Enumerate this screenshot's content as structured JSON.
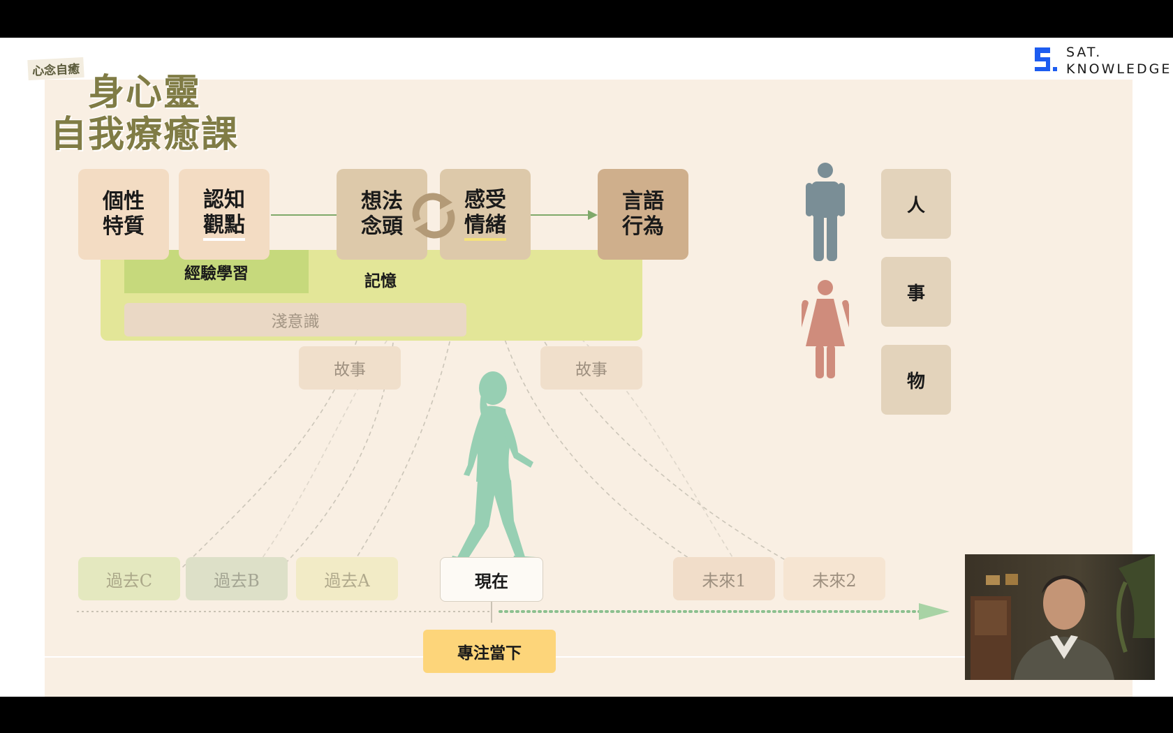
{
  "course": {
    "badge": "心念自癒",
    "title_line1": "身心靈",
    "title_line2": "自我療癒課"
  },
  "brand": {
    "line1": "SAT.",
    "line2": "KNOWLEDGE",
    "accent_color": "#1d5cf0"
  },
  "flow": {
    "personality": [
      "個性",
      "特質"
    ],
    "cognition": [
      "認知",
      "觀點"
    ],
    "thought": [
      "想法",
      "念頭"
    ],
    "feeling": [
      "感受",
      "情緒"
    ],
    "behavior": [
      "言語",
      "行為"
    ],
    "experience": "經驗學習",
    "memory": "記憶",
    "subconscious": "淺意識",
    "cycle_icon": "refresh-cycle-icon"
  },
  "stories": {
    "left": "故事",
    "right": "故事"
  },
  "timeline": {
    "past_c": "過去C",
    "past_b": "過去B",
    "past_a": "過去A",
    "present": "現在",
    "future_1": "未來1",
    "future_2": "未來2",
    "focus": "專注當下"
  },
  "side_labels": {
    "people": "人",
    "events": "事",
    "things": "物"
  },
  "icons": {
    "man": "man-icon",
    "woman": "woman-icon",
    "walker": "walking-woman-icon",
    "arrow": "arrow-right-icon"
  },
  "colors": {
    "panel_bg": "#f9efe3",
    "personality_box": "#f3dcc3",
    "thought_box": "#ddc9aa",
    "behavior_box": "#cfaf8c",
    "memory_band": "#e3e698",
    "experience_band": "#c6d97c",
    "subconscious_band": "#ead8c5",
    "walker": "#97cfb3",
    "man": "#7a8e96",
    "woman": "#cf8c7c",
    "focus_box": "#fdd57a",
    "arrow": "#8cc08f"
  }
}
